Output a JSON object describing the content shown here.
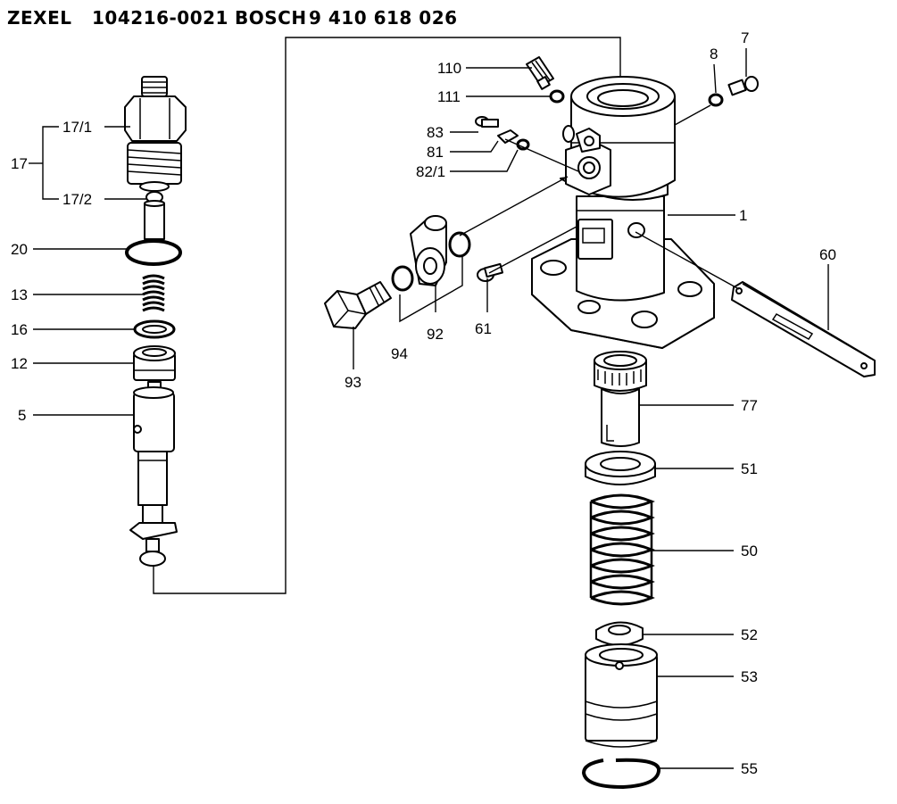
{
  "header": {
    "brand1": "ZEXEL",
    "part1": "104216-0021",
    "brand2": "BOSCH",
    "part2": "9 410 618 026"
  },
  "parts": {
    "p17_1": "17/1",
    "p17": "17",
    "p17_2": "17/2",
    "p20": "20",
    "p13": "13",
    "p16": "16",
    "p12": "12",
    "p5": "5",
    "p110": "110",
    "p111": "111",
    "p83": "83",
    "p81": "81",
    "p82_1": "82/1",
    "p8": "8",
    "p7": "7",
    "p1": "1",
    "p60": "60",
    "p61": "61",
    "p92": "92",
    "p94": "94",
    "p93": "93",
    "p77": "77",
    "p51": "51",
    "p50": "50",
    "p52": "52",
    "p53": "53",
    "p55": "55"
  }
}
